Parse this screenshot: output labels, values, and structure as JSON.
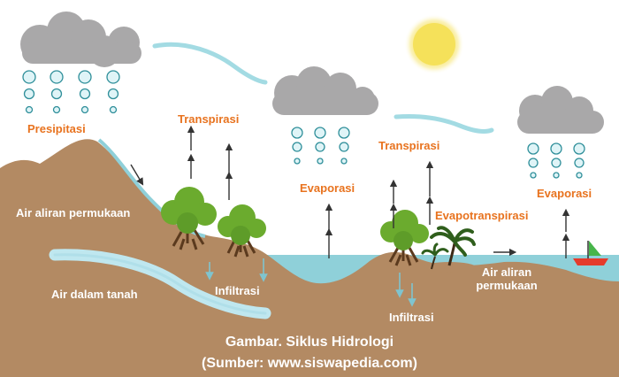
{
  "labels": {
    "presipitasi": "Presipitasi",
    "transpirasi_left": "Transpirasi",
    "evaporasi_mid": "Evaporasi",
    "transpirasi_right": "Transpirasi",
    "evapotranspirasi": "Evapotranspirasi",
    "evaporasi_right": "Evaporasi",
    "air_aliran_permukaan_left": "Air aliran permukaan",
    "air_dalam_tanah": "Air dalam tanah",
    "infiltrasi_left": "Infiltrasi",
    "infiltrasi_right": "Infiltrasi",
    "air_aliran_right_line1": "Air aliran",
    "air_aliran_right_line2": "permukaan"
  },
  "caption": {
    "line1": "Gambar. Siklus Hidrologi",
    "line2": "(Sumber: www.siswapedia.com)"
  },
  "colors": {
    "ground": "#b38a63",
    "ground_dark": "#9c7452",
    "water": "#8fd0d9",
    "stream": "#bfe7ef",
    "cloud": "#a9a8a9",
    "rain_fill": "#dff4f7",
    "rain_stroke": "#2f8f9a",
    "sun": "#f5e15a",
    "label_orange": "#e8731f",
    "tree_green": "#6bab2e",
    "boat_red": "#e53b2c",
    "sail_green": "#47b54a"
  },
  "icons": [
    "cloud-icon",
    "sun-icon",
    "tree-icon",
    "palm-tree-icon",
    "boat-icon",
    "raindrop-icon",
    "arrow-up-icon"
  ]
}
